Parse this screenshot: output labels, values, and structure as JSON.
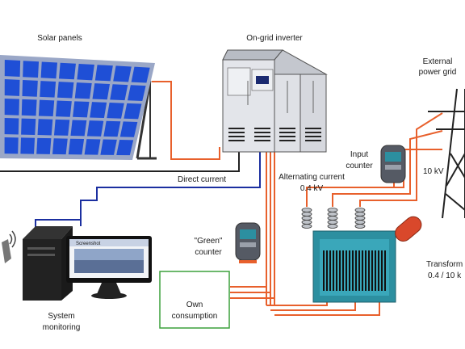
{
  "labels": {
    "solar_panels": "Solar panels",
    "inverter": "On-grid inverter",
    "grid_line1": "External",
    "grid_line2": "power grid",
    "direct_current": "Direct current",
    "ac_line1": "Alternating current",
    "ac_line2": "0.4 kV",
    "input_counter_line1": "Input",
    "input_counter_line2": "counter",
    "ten_kv": "10 kV",
    "green_counter_line1": "\"Green\"",
    "green_counter_line2": "counter",
    "transformer_line1": "Transform",
    "transformer_line2": "0.4 / 10 k",
    "own_line1": "Own",
    "own_line2": "consumption",
    "system_line1": "System",
    "system_line2": "monitoring",
    "monitor_header": "Screenshot"
  },
  "colors": {
    "panel_blue": "#1f4fd6",
    "panel_frame": "#9aa7c7",
    "ac_wire": "#e8602c",
    "dc_wire_black": "#222222",
    "signal_wire_blue": "#1b2fa0",
    "green_box": "#3ca03c",
    "transformer_teal": "#2c8fa0",
    "inverter_body": "#d9dbe0"
  },
  "icons": [
    "solar-panel-icon",
    "inverter-icon",
    "meter-icon",
    "transformer-icon",
    "pylon-icon",
    "computer-icon",
    "monitor-icon",
    "antenna-icon"
  ]
}
